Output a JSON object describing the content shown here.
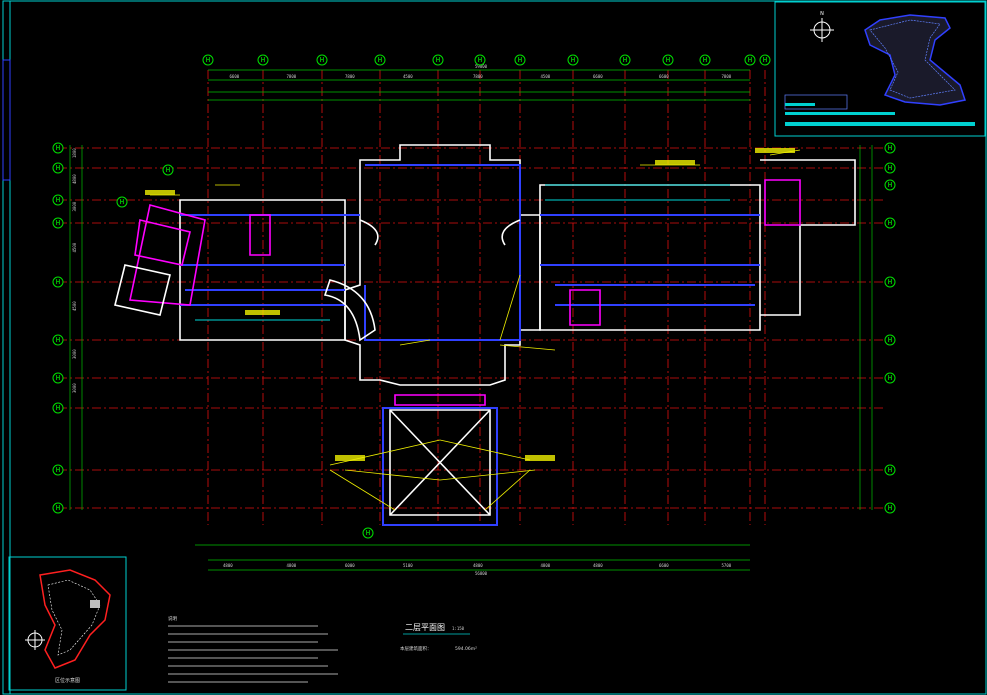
{
  "drawing": {
    "title": "二层平面图",
    "scale": "1:150",
    "area_label": "本层建筑面积：",
    "area_value": "594.06m²",
    "notes_heading": "说明",
    "key_plan_label": "区位示意图",
    "north_label": "N",
    "total_dim_top": "59800",
    "total_dim_bottom": "56800"
  },
  "axis_bubbles_top": [
    "H",
    "H",
    "H",
    "H",
    "H",
    "H",
    "H",
    "H",
    "H",
    "H",
    "H",
    "H",
    "H"
  ],
  "axis_bubbles_left": [
    "H",
    "H",
    "H",
    "H",
    "H",
    "H",
    "H",
    "H",
    "H"
  ],
  "axis_bubbles_right": [
    "H",
    "H",
    "H",
    "H",
    "H",
    "H",
    "H",
    "H",
    "H"
  ],
  "dims_top": [
    "6600",
    "7800",
    "7800",
    "4500",
    "7800",
    "4500",
    "6600",
    "6600",
    "7800"
  ],
  "dims_bottom": [
    "4800",
    "4800",
    "6000",
    "5100",
    "4800",
    "4800",
    "4800",
    "6600",
    "5700"
  ],
  "dims_left": [
    "1800",
    "4800",
    "3000",
    "4500",
    "4500",
    "3000",
    "3000"
  ],
  "colors": {
    "grid": "#e01010",
    "dimension": "#00c000",
    "wall": "#ffffff",
    "wall_blue": "#3040ff",
    "wall_magenta": "#ff00ff",
    "annotation": "#f0f000",
    "frame": "#00d0d0"
  }
}
